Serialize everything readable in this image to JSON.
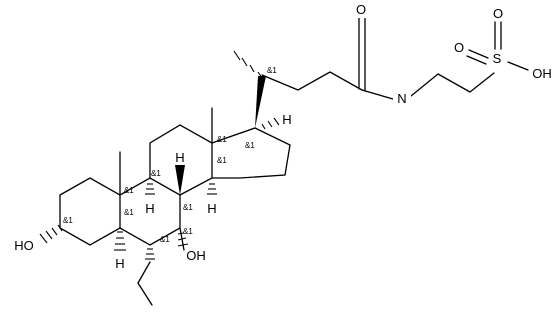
{
  "atoms": {
    "o_carbonyl": "O",
    "n_amide": "N",
    "s_sulfonyl": "S",
    "o_sulfonyl_top": "O",
    "o_sulfonyl_left": "O",
    "oh_sulfonic": "OH",
    "ho_c3": "HO",
    "oh_c7": "OH",
    "h_c5": "H",
    "h_c9": "H",
    "h_c8": "H",
    "h_c14": "H",
    "h_c17": "H"
  },
  "stereo_label": "&1"
}
